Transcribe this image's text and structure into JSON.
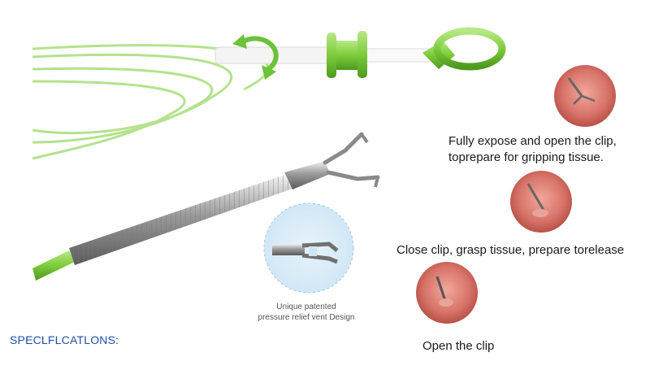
{
  "product": {
    "vent_caption_line1": "Unique patented",
    "vent_caption_line2": "pressure relief vent Design",
    "specifications_label": "SPECLFLCATLONS:"
  },
  "steps": [
    {
      "line1": "Fully expose and open the clip,",
      "line2": "toprepare for gripping tissue."
    },
    {
      "line1": "Close clip, grasp tissue, prepare torelease"
    },
    {
      "line1": "Open the clip"
    }
  ],
  "colors": {
    "accent_green": "#8fd14f",
    "handle_green": "#7ccc3a",
    "spec_blue": "#1f4fa6",
    "tissue_red": "#d8746a"
  }
}
